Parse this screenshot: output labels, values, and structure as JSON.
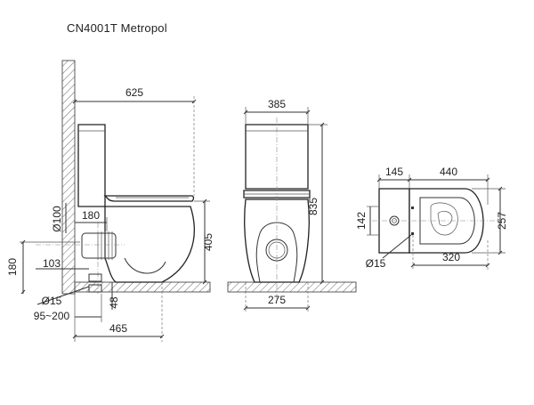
{
  "title": "CN4001T  Metropol",
  "side_view": {
    "dims": {
      "total_length": "625",
      "pipe_diameter": "Ø100",
      "outlet_offset": "180",
      "height_to_seat": "405",
      "outlet_height": "180",
      "outlet_center": "103",
      "fixing_diameter": "Ø15",
      "fixing_height": "48",
      "wall_range": "95~200",
      "base_length": "465"
    }
  },
  "front_view": {
    "dims": {
      "cistern_width": "385",
      "total_height": "835",
      "base_width": "275"
    }
  },
  "top_view": {
    "dims": {
      "cistern_depth": "145",
      "bowl_length": "440",
      "tap_spacing": "142",
      "bowl_width": "257",
      "hole_diameter": "Ø15",
      "fixing_spacing": "320"
    }
  }
}
